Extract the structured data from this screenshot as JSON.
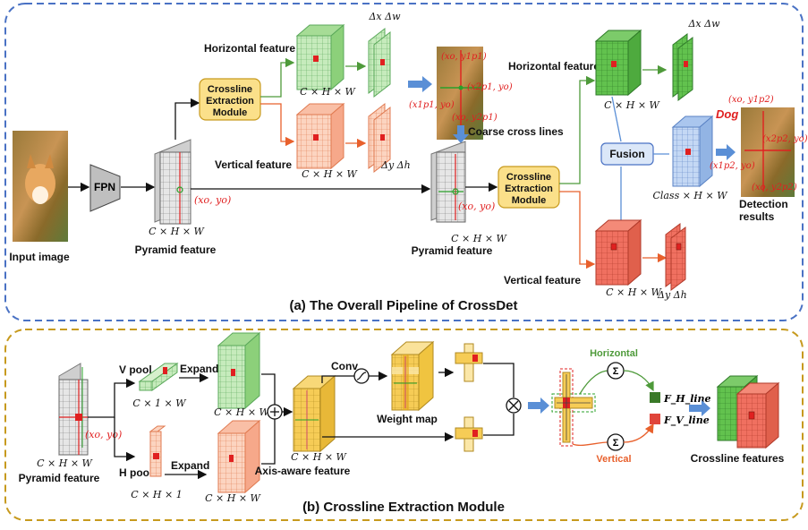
{
  "panel_a": {
    "caption": "(a) The Overall Pipeline of CrossDet",
    "input_image": "Input image",
    "fpn": "FPN",
    "pyramid_feature": "Pyramid feature",
    "chw": "C × H × W",
    "point": "(xo, yo)",
    "cem1": [
      "Crossline",
      "Extraction",
      "Module"
    ],
    "cem2": [
      "Crossline",
      "Extraction",
      "Module"
    ],
    "horizontal_feature": "Horizontal feature",
    "vertical_feature": "Vertical feature",
    "delta_xw": "Δx Δw",
    "delta_yh": "Δy Δh",
    "coarse": "Coarse cross lines",
    "fusion": "Fusion",
    "class_hw": "Class × H × W",
    "dog": "Dog",
    "detection": [
      "Detection",
      "results"
    ],
    "p1_labels": [
      "(xo, y1p1)",
      "(x2p1, yo)",
      "(x1p1, yo)",
      "(xo, y2p1)"
    ],
    "p2_labels": [
      "(xo, y1p2)",
      "(x2p2, yo)",
      "(x1p2, yo)",
      "(xo, y2p2)"
    ]
  },
  "panel_b": {
    "caption": "(b) Crossline Extraction Module",
    "pyramid_feature": "Pyramid feature",
    "chw": "C × H × W",
    "point": "(xo, yo)",
    "v_pool": "V pool",
    "h_pool": "H pool",
    "c1w": "C × 1 × W",
    "ch1": "C × H × 1",
    "expand": "Expand",
    "conv": "Conv",
    "axis_aware": "Axis-aware feature",
    "weight_map": "Weight map",
    "horizontal": "Horizontal",
    "vertical": "Vertical",
    "sigma": "Σ",
    "f_h": "F_H_line",
    "f_v": "F_V_line",
    "crossline_features": "Crossline features"
  },
  "colors": {
    "blue_border": "#4a72c4",
    "gold_border": "#c79a1e",
    "green": "#7ccb6a",
    "salmon": "#f4a98a",
    "yellow": "#f5c84a",
    "module_fill": "#fbe08a",
    "fusion_fill": "#dbe7f8",
    "arrow_blue": "#5a8fd6"
  }
}
